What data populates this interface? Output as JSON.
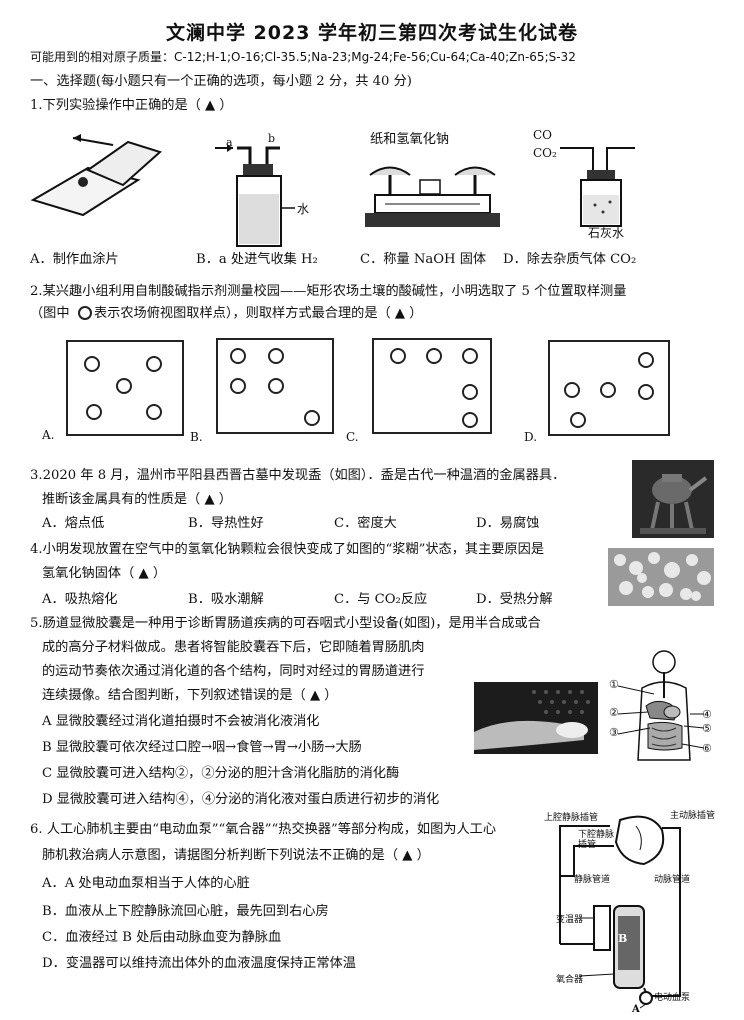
{
  "header": {
    "title": "文澜中学 2023 学年初三第四次考试生化试卷",
    "atomic_masses": "可能用到的相对原子质量：C-12;H-1;O-16;Cl-35.5;Na-23;Mg-24;Fe-56;Cu-64;Ca-40;Zn-65;S-32"
  },
  "section1": {
    "heading": "一、选择题(每小题只有一个正确的选项，每小题 2 分，共 40 分)"
  },
  "q1": {
    "stem": "1.下列实验操作中正确的是（ ▲ ）",
    "fig_labels": {
      "a": "a",
      "b": "b",
      "water": "水",
      "balance": "纸和氢氧化钠",
      "co": "CO",
      "co2": "CO₂",
      "limewater": "石灰水"
    },
    "options": [
      "A．制作血涂片",
      "B．a 处进气收集 H₂",
      "C．称量 NaOH 固体",
      "D．除去杂质气体 CO₂"
    ]
  },
  "q2": {
    "stem_l1": "2.某兴趣小组利用自制酸碱指示剂测量校园——矩形农场土壤的酸碱性，小明选取了 5 个位置取样测量",
    "stem_l2a": "（图中",
    "stem_l2b": "表示农场俯视图取样点），则取样方式最合理的是（ ▲ ）",
    "labels": [
      "A.",
      "B.",
      "C.",
      "D."
    ]
  },
  "q3": {
    "stem_l1": "3.2020 年 8 月，温州市平阳县西晋古墓中发现盉（如图）．盉是古代一种温酒的金属器具．",
    "stem_l2": "推断该金属具有的性质是（ ▲ ）",
    "options": [
      "A．熔点低",
      "B．导热性好",
      "C．密度大",
      "D．易腐蚀"
    ]
  },
  "q4": {
    "stem_l1": "4.小明发现放置在空气中的氢氧化钠颗粒会很快变成了如图的“浆糊”状态，其主要原因是",
    "stem_l2": "氢氧化钠固体（ ▲ ）",
    "options": [
      "A．吸热熔化",
      "B．吸水潮解",
      "C．与 CO₂反应",
      "D．受热分解"
    ]
  },
  "q5": {
    "stem_l1": "5.肠道显微胶囊是一种用于诊断胃肠道疾病的可吞咽式小型设备(如图)，是用半合成或合",
    "stem_l2": "成的高分子材料做成。患者将智能胶囊吞下后，它即随着胃肠肌肉",
    "stem_l3": "的运动节奏依次通过消化道的各个结构，同时对经过的胃肠道进行",
    "stem_l4": "连续摄像。结合图判断，下列叙述错误的是（ ▲ ）",
    "options": [
      "A  显微胶囊经过消化道拍摄时不会被消化液消化",
      "B  显微胶囊可依次经过口腔→咽→食管→胃→小肠→大肠",
      "C  显微胶囊可进入结构②，②分泌的胆汁含消化脂肪的消化酶",
      "D  显微胶囊可进入结构④，④分泌的消化液对蛋白质进行初步的消化"
    ],
    "markers": [
      "①",
      "②",
      "③",
      "④",
      "⑤",
      "⑥"
    ]
  },
  "q6": {
    "stem_l1": "6. 人工心肺机主要由“电动血泵”“氧合器”“热交换器”等部分构成，如图为人工心",
    "stem_l2": "肺机救治病人示意图，请据图分析判断下列说法不正确的是（ ▲ ）",
    "options": [
      "A．A 处电动血泵相当于人体的心脏",
      "B．血液从上下腔静脉流回心脏，最先回到右心房",
      "C．血液经过 B 处后由动脉血变为静脉血",
      "D．变温器可以维持流出体外的血液温度保持正常体温"
    ],
    "fig_labels": {
      "svc": "上腔静脉插管",
      "ivc": "下腔静脉插管",
      "aorta": "主动脉插管",
      "vein_tube": "静脉管道",
      "artery_tube": "动脉管道",
      "heat": "变温器",
      "oxy": "氧合器",
      "b": "B",
      "a": "A",
      "pump": "电动血泵"
    }
  }
}
